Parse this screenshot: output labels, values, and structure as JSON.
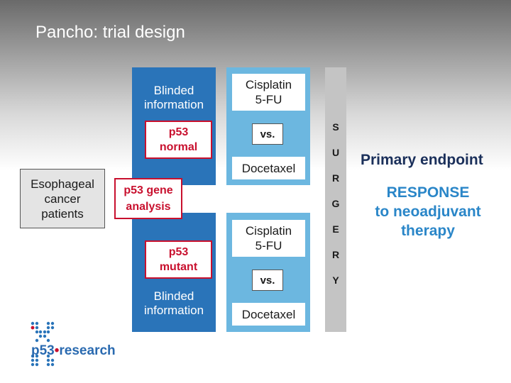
{
  "slide": {
    "title": "Pancho: trial design"
  },
  "patients": {
    "lines": [
      "Esophageal",
      "cancer",
      "patients"
    ]
  },
  "analysis": {
    "lines": [
      "p53 gene",
      "analysis"
    ]
  },
  "top_arm": {
    "blinded": [
      "Blinded",
      "information"
    ],
    "p53_status": [
      "p53",
      "normal"
    ],
    "drug1": [
      "Cisplatin",
      "5-FU"
    ],
    "vs": "vs.",
    "drug2": "Docetaxel"
  },
  "bottom_arm": {
    "blinded": [
      "Blinded",
      "information"
    ],
    "p53_status": [
      "p53",
      "mutant"
    ],
    "drug1": [
      "Cisplatin",
      "5-FU"
    ],
    "vs": "vs.",
    "drug2": "Docetaxel"
  },
  "surgery": {
    "letters": [
      "S",
      "U",
      "R",
      "G",
      "E",
      "R",
      "Y"
    ]
  },
  "endpoint": {
    "title": "Primary endpoint",
    "response": [
      "RESPONSE",
      "to neoadjuvant",
      "therapy"
    ]
  },
  "logo": {
    "prefix": "p53",
    "dot": "•",
    "suffix": "research"
  },
  "colors": {
    "dark_blue": "#2a74b9",
    "light_blue": "#6cb7e0",
    "red": "#c8102e",
    "endpoint_navy": "#1a2f5a",
    "response_blue": "#2a86c8"
  }
}
